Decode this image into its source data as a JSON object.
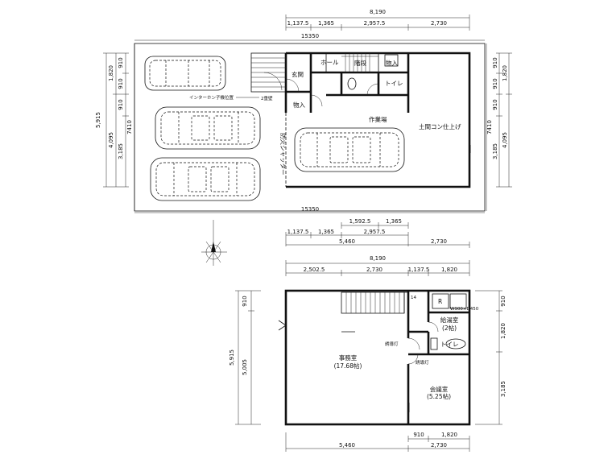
{
  "floor1": {
    "dims_top": {
      "total": "8,190",
      "segments": [
        "1,137.5",
        "1,365",
        "2,957.5",
        "2,730"
      ],
      "site_width": "15350"
    },
    "dims_bottom": {
      "site_width": "15350",
      "upper": [
        "1,592.5",
        "1,365"
      ],
      "middle": [
        "1,137.5",
        "1,365",
        "2,957.5"
      ],
      "lower": [
        "5,460",
        "2,730"
      ]
    },
    "dims_left": {
      "total": "5,915",
      "outer": [
        "1,820",
        "4,095"
      ],
      "inner": [
        "910",
        "910",
        "910",
        "3,185"
      ],
      "site_height": "7410"
    },
    "dims_right": {
      "site_height": "7410",
      "outer": [
        "1,820",
        "4,095"
      ],
      "inner": [
        "910",
        "910",
        "910",
        "3,185"
      ]
    },
    "rooms": {
      "hall": "ホール",
      "stairs": "階段",
      "storage_top": "物入",
      "toilet": "トイレ",
      "entrance": "玄関",
      "storage_mid": "物入",
      "workshop": "作業場",
      "floor_finish": "土間コン仕上げ",
      "shutter": "防火シャッター",
      "intercom": "インターホン子機位置",
      "double_wall": "2重壁"
    }
  },
  "floor2": {
    "dims_top": {
      "total": "8,190",
      "segments": [
        "2,502.5",
        "2,730",
        "1,137.5",
        "1,820"
      ]
    },
    "dims_bottom": {
      "segments": [
        "910",
        "1,820"
      ],
      "lower": [
        "5,460",
        "2,730"
      ]
    },
    "dims_left": {
      "total": "5,915",
      "outer": [
        "910",
        "5,005"
      ]
    },
    "dims_right": {
      "segments": [
        "910",
        "1,820",
        "3,185"
      ]
    },
    "rooms": {
      "office": "事務室",
      "office_size": "(17.68帖)",
      "kitchenette": "給湯室",
      "kitchenette_size": "(2帖)",
      "toilet": "トイレ",
      "meeting": "会議室",
      "meeting_size": "(5.25帖)",
      "guide_light_1": "誘導灯",
      "guide_light_2": "誘導灯",
      "refrigerator": "R",
      "appliance": "W900×D450",
      "step_count": "14"
    }
  }
}
